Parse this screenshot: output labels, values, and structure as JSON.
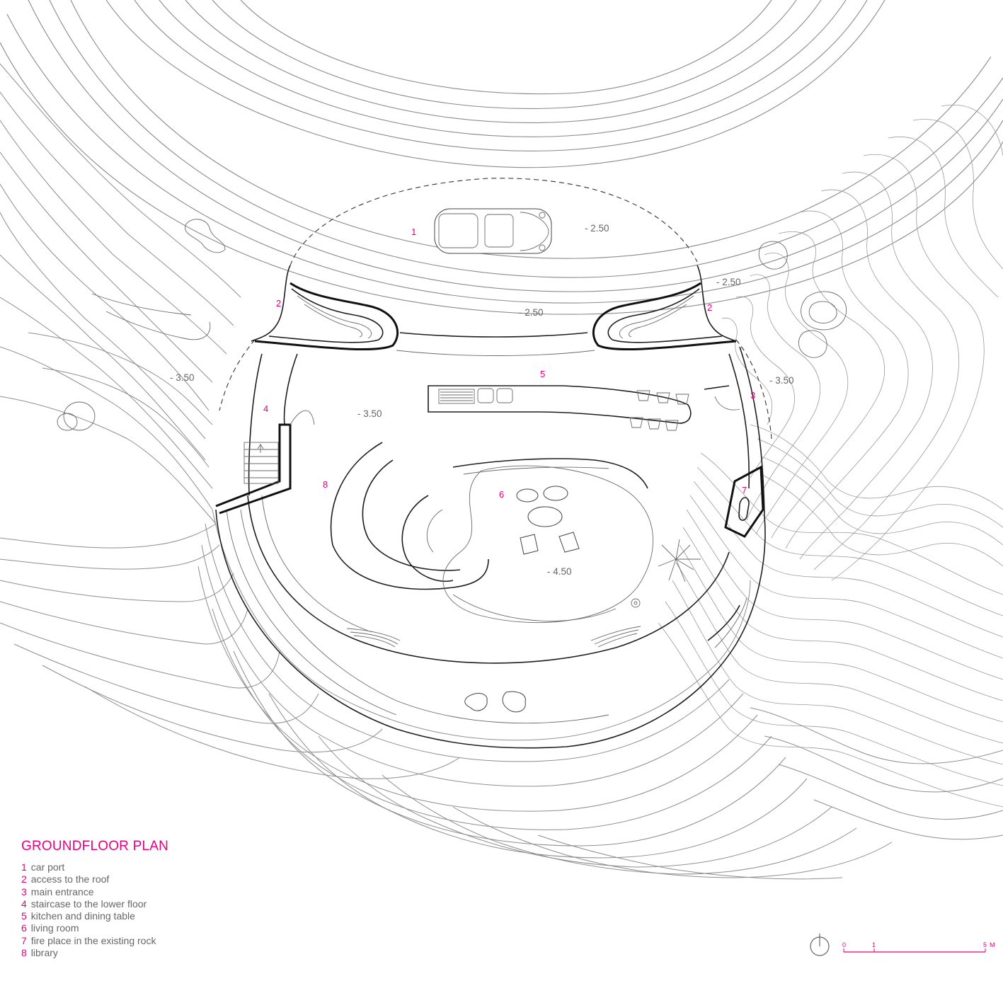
{
  "legend": {
    "title": "GROUNDFLOOR PLAN",
    "items": [
      {
        "num": "1",
        "label": "car port"
      },
      {
        "num": "2",
        "label": "access to the roof"
      },
      {
        "num": "3",
        "label": "main entrance"
      },
      {
        "num": "4",
        "label": "staircase to the lower floor"
      },
      {
        "num": "5",
        "label": "kitchen and dining table"
      },
      {
        "num": "6",
        "label": "living room"
      },
      {
        "num": "7",
        "label": "fire place in the existing rock"
      },
      {
        "num": "8",
        "label": "library"
      }
    ]
  },
  "room_numbers": {
    "n1": "1",
    "n2a": "2",
    "n2b": "2",
    "n3": "3",
    "n4": "4",
    "n5": "5",
    "n6": "6",
    "n7": "7",
    "n8": "8"
  },
  "levels": {
    "carport": "- 2.50",
    "right_upper": "- 2.50",
    "center": "- 2.50",
    "left": "- 3.50",
    "right": "- 3.50",
    "inner": "- 3.50",
    "living": "- 4.50"
  },
  "scale_bar": {
    "zero": "0",
    "one": "1",
    "five": "5",
    "unit": "M"
  },
  "colors": {
    "accent": "#e6007e",
    "lines": "#8e8e8e",
    "walls": "#111111"
  },
  "icons": {
    "north": "north-arrow-icon",
    "car": "car-icon",
    "plant": "plant-icon"
  }
}
